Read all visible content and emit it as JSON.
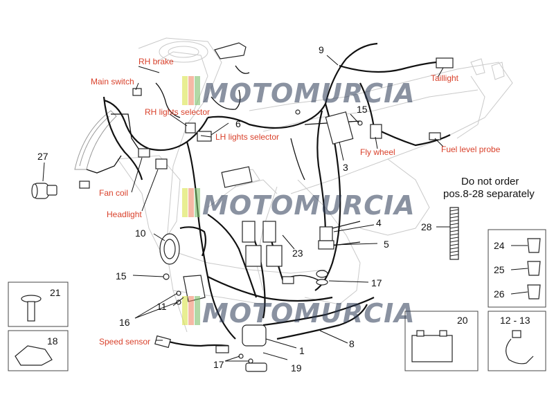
{
  "labels": {
    "rh_brake": "RH brake",
    "main_switch": "Main switch",
    "rh_lights_selector": "RH lights selector",
    "lh_lights_selector": "LH lights selector",
    "fan_coil": "Fan coil",
    "headlight": "Headlight",
    "taillight": "Taillight",
    "fly_wheel": "Fly wheel",
    "fuel_level_probe": "Fuel level probe",
    "speed_sensor": "Speed sensor"
  },
  "note": {
    "line1": "Do not order",
    "line2": "pos.8-28 separately"
  },
  "numbers": {
    "n1": "1",
    "n3": "3",
    "n4": "4",
    "n5": "5",
    "n6": "6",
    "n8": "8",
    "n9": "9",
    "n10": "10",
    "n11": "11",
    "n15a": "15",
    "n15b": "15",
    "n16": "16",
    "n17a": "17",
    "n17b": "17",
    "n18": "18",
    "n19": "19",
    "n20": "20",
    "n21": "21",
    "n23": "23",
    "n24": "24",
    "n25": "25",
    "n26": "26",
    "n27": "27",
    "n28": "28",
    "n12_13": "12 - 13"
  },
  "watermark": {
    "text": "MOTOMURCIA"
  },
  "colors": {
    "label_red": "#d9412b",
    "outline_gray": "#9a9a9a",
    "wire_black": "#111111",
    "watermark_navy": "#2b3a55"
  }
}
